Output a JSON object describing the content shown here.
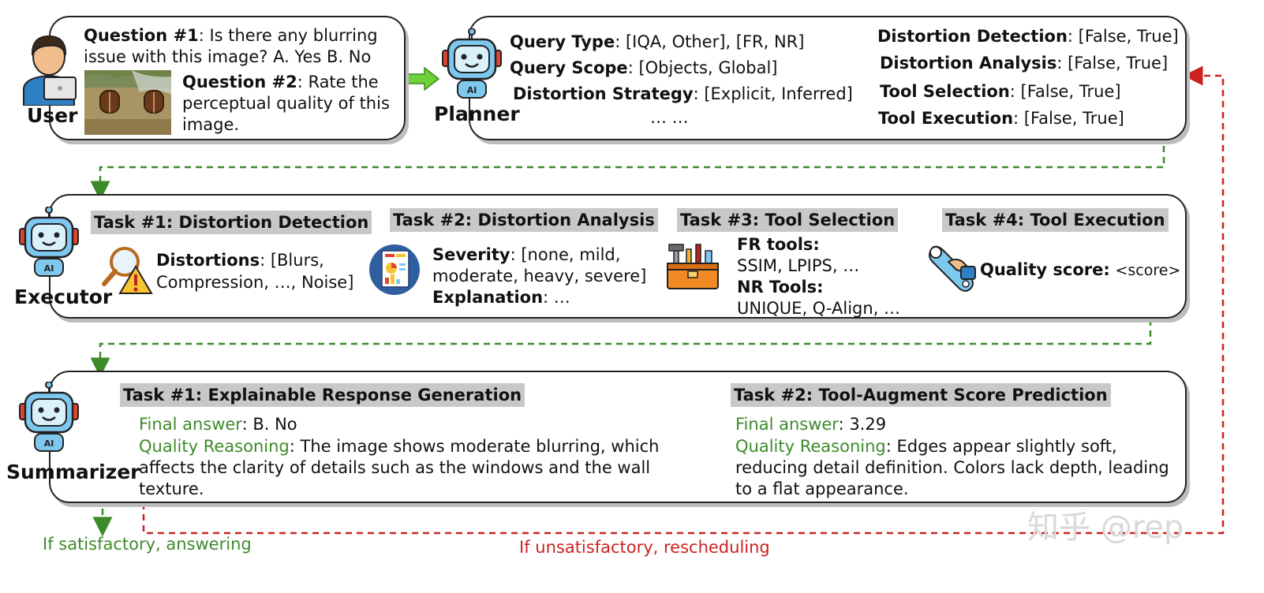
{
  "user": {
    "role": "User",
    "q1_label": "Question #1",
    "q1_line1": ": Is there any blurring",
    "q1_line2": "issue with this image? A. Yes B. No",
    "q2_label": "Question #2",
    "q2_line1": ": Rate the",
    "q2_line2": "perceptual quality of this",
    "q2_line3": "image."
  },
  "planner": {
    "role": "Planner",
    "query_type_label": "Query Type",
    "query_type_value": ": [IQA, Other], [FR, NR]",
    "query_scope_label": "Query Scope",
    "query_scope_value": ": [Objects, Global]",
    "distortion_strategy_label": "Distortion Strategy",
    "distortion_strategy_value": ": [Explicit,  Inferred]",
    "ellipsis": "… …",
    "distortion_detection_label": "Distortion Detection",
    "distortion_detection_value": ": [False,  True]",
    "distortion_analysis_label": "Distortion Analysis",
    "distortion_analysis_value": ": [False,  True]",
    "tool_selection_label": "Tool Selection",
    "tool_selection_value": ": [False,  True]",
    "tool_execution_label": "Tool Execution",
    "tool_execution_value": ": [False,  True]"
  },
  "executor": {
    "role": "Executor",
    "task1_title": "Task #1: Distortion Detection",
    "distortions_label": "Distortions",
    "distortions_value1": ": [Blurs,",
    "distortions_value2": "Compression, …, Noise]",
    "task2_title": "Task #2: Distortion Analysis",
    "severity_label": "Severity",
    "severity_value1": ": [none, mild,",
    "severity_value2": "moderate, heavy, severe]",
    "explanation_label": "Explanation",
    "explanation_value": ": …",
    "task3_title": "Task #3: Tool Selection",
    "fr_tools_label": "FR tools:",
    "fr_tools_value": "SSIM, LPIPS, …",
    "nr_tools_label": "NR Tools:",
    "nr_tools_value": "UNIQUE, Q-Align, …",
    "task4_title": "Task #4:  Tool Execution",
    "quality_score_label": "Quality score:",
    "quality_score_value": "<score>"
  },
  "summarizer": {
    "role": "Summarizer",
    "task1_title": "Task #1: Explainable Response Generation",
    "final_answer_label": "Final answer",
    "final_answer_value": ": B. No",
    "reasoning_label": "Quality Reasoning",
    "reasoning_line1": ": The image shows moderate blurring, which",
    "reasoning_line2": "affects the clarity of details such as the windows and the wall",
    "reasoning_line3": "texture.",
    "task2_title": "Task #2: Tool-Augment Score Prediction",
    "final_answer2_label": "Final answer",
    "final_answer2_value": ": 3.29",
    "reasoning2_label": "Quality Reasoning",
    "reasoning2_line1": ": Edges appear slightly soft,",
    "reasoning2_line2": "reducing detail definition. Colors lack depth, leading",
    "reasoning2_line3": "to a flat appearance."
  },
  "flow": {
    "satisfactory": "If satisfactory, answering",
    "unsatisfactory": "If unsatisfactory, rescheduling"
  },
  "watermark": "知乎 @rep",
  "colors": {
    "green": "#3d8a2a",
    "red": "#cc2222",
    "header_bg": "#c8c8c8",
    "robot_blue": "#7ec8f0"
  }
}
